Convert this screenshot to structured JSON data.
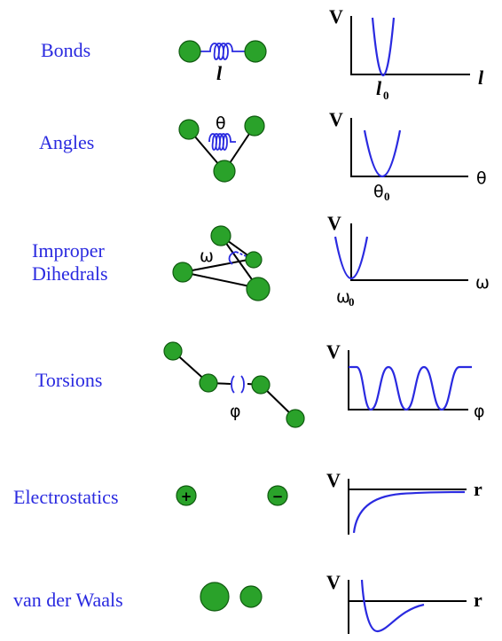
{
  "terms": [
    {
      "label": "Bonds",
      "x_label": "l",
      "min_label": "l",
      "min_sub": "0",
      "v_label": "V"
    },
    {
      "label": "Angles",
      "molecule_label": "θ",
      "x_label": "θ",
      "min_label": "θ",
      "min_sub": "0",
      "v_label": "V"
    },
    {
      "label_line1": "Improper",
      "label_line2": "Dihedrals",
      "molecule_label": "ω",
      "x_label": "ω",
      "min_label": "ω",
      "min_sub": "0",
      "v_label": "V"
    },
    {
      "label": "Torsions",
      "molecule_label": "φ",
      "x_label": "φ",
      "v_label": "V"
    },
    {
      "label": "Electrostatics",
      "x_label": "r",
      "v_label": "V",
      "plus_sign": "+",
      "minus_sign": "−"
    },
    {
      "label": "van der Waals",
      "x_label": "r",
      "v_label": "V"
    }
  ]
}
